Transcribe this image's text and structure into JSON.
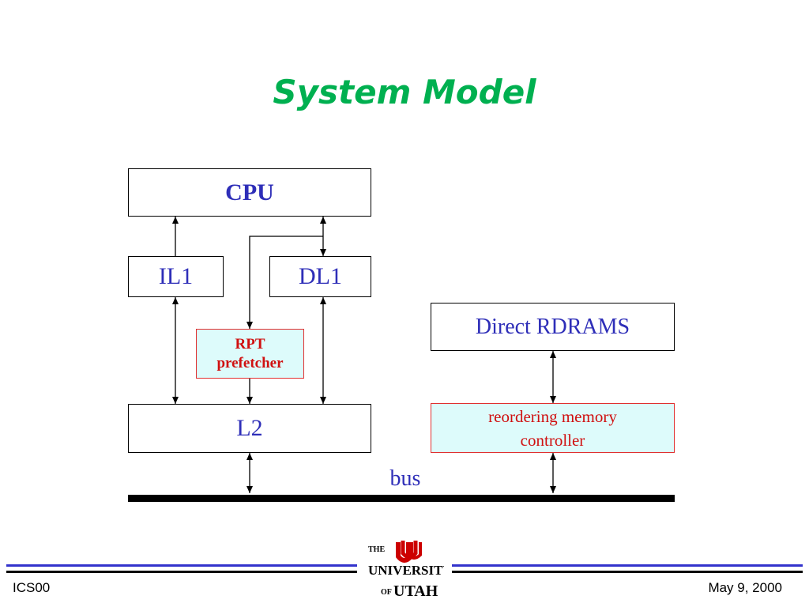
{
  "slide": {
    "title": "System Model"
  },
  "diagram": {
    "cpu": "CPU",
    "il1": "IL1",
    "dl1": "DL1",
    "rpt_line1": "RPT",
    "rpt_line2": "prefetcher",
    "l2": "L2",
    "rdrams": "Direct RDRAMS",
    "rmc_line1": "reordering memory",
    "rmc_line2": "controller",
    "bus": "bus"
  },
  "footer": {
    "left": "ICS00",
    "right": "May 9, 2000",
    "logo_text": {
      "the": "THE",
      "university": "UNIVERSITY",
      "of": "OF",
      "utah": "UTAH"
    }
  },
  "colors": {
    "title": "#00b050",
    "box_text": "#2e2eb8",
    "highlight_fill": "#ddfbfb",
    "highlight_border": "#e03030",
    "highlight_text": "#d01010",
    "rule_blue": "#3333cc",
    "logo_red": "#cc0000"
  }
}
